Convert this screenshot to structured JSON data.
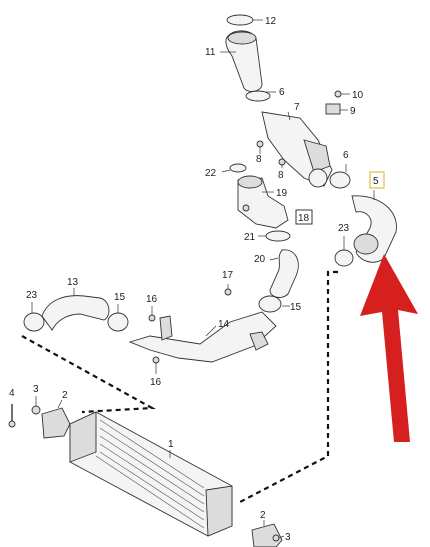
{
  "callouts": {
    "c1": "1",
    "c2a": "2",
    "c2b": "2",
    "c3a": "3",
    "c3b": "3",
    "c4": "4",
    "c5": "5",
    "c6a": "6",
    "c6b": "6",
    "c7": "7",
    "c8a": "8",
    "c8b": "8",
    "c9": "9",
    "c10": "10",
    "c11": "11",
    "c12": "12",
    "c13": "13",
    "c14": "14",
    "c15a": "15",
    "c15b": "15",
    "c16a": "16",
    "c16b": "16",
    "c17": "17",
    "c18": "18",
    "c19": "19",
    "c20": "20",
    "c21": "21",
    "c22": "22",
    "c23a": "23",
    "c23b": "23"
  },
  "colors": {
    "arrow": "#d61f1f",
    "highlight_box": "#e8c24a",
    "line": "#333333"
  }
}
